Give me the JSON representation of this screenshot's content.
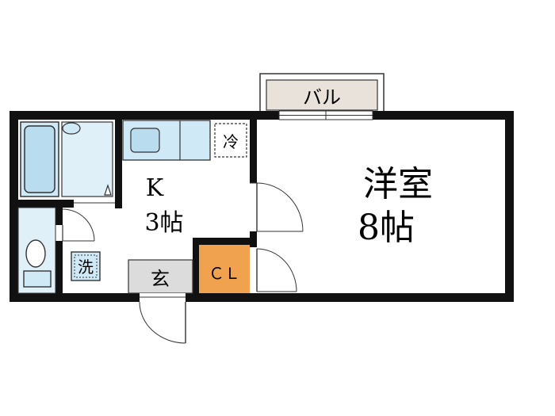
{
  "rooms": {
    "balcony": "バル",
    "kitchen_name": "K",
    "kitchen_size": "3帖",
    "western_name": "洋室",
    "western_size": "8帖",
    "entrance": "玄",
    "closet": "ＣＬ",
    "fridge": "冷",
    "washer": "洗"
  },
  "colors": {
    "wall": "#111111",
    "fixture": "#cfe9f7",
    "fixture_stroke": "#333333",
    "closet": "#f1a24f",
    "floor_gray": "#dcdcdc",
    "balcony_fill": "#e8e2da"
  }
}
